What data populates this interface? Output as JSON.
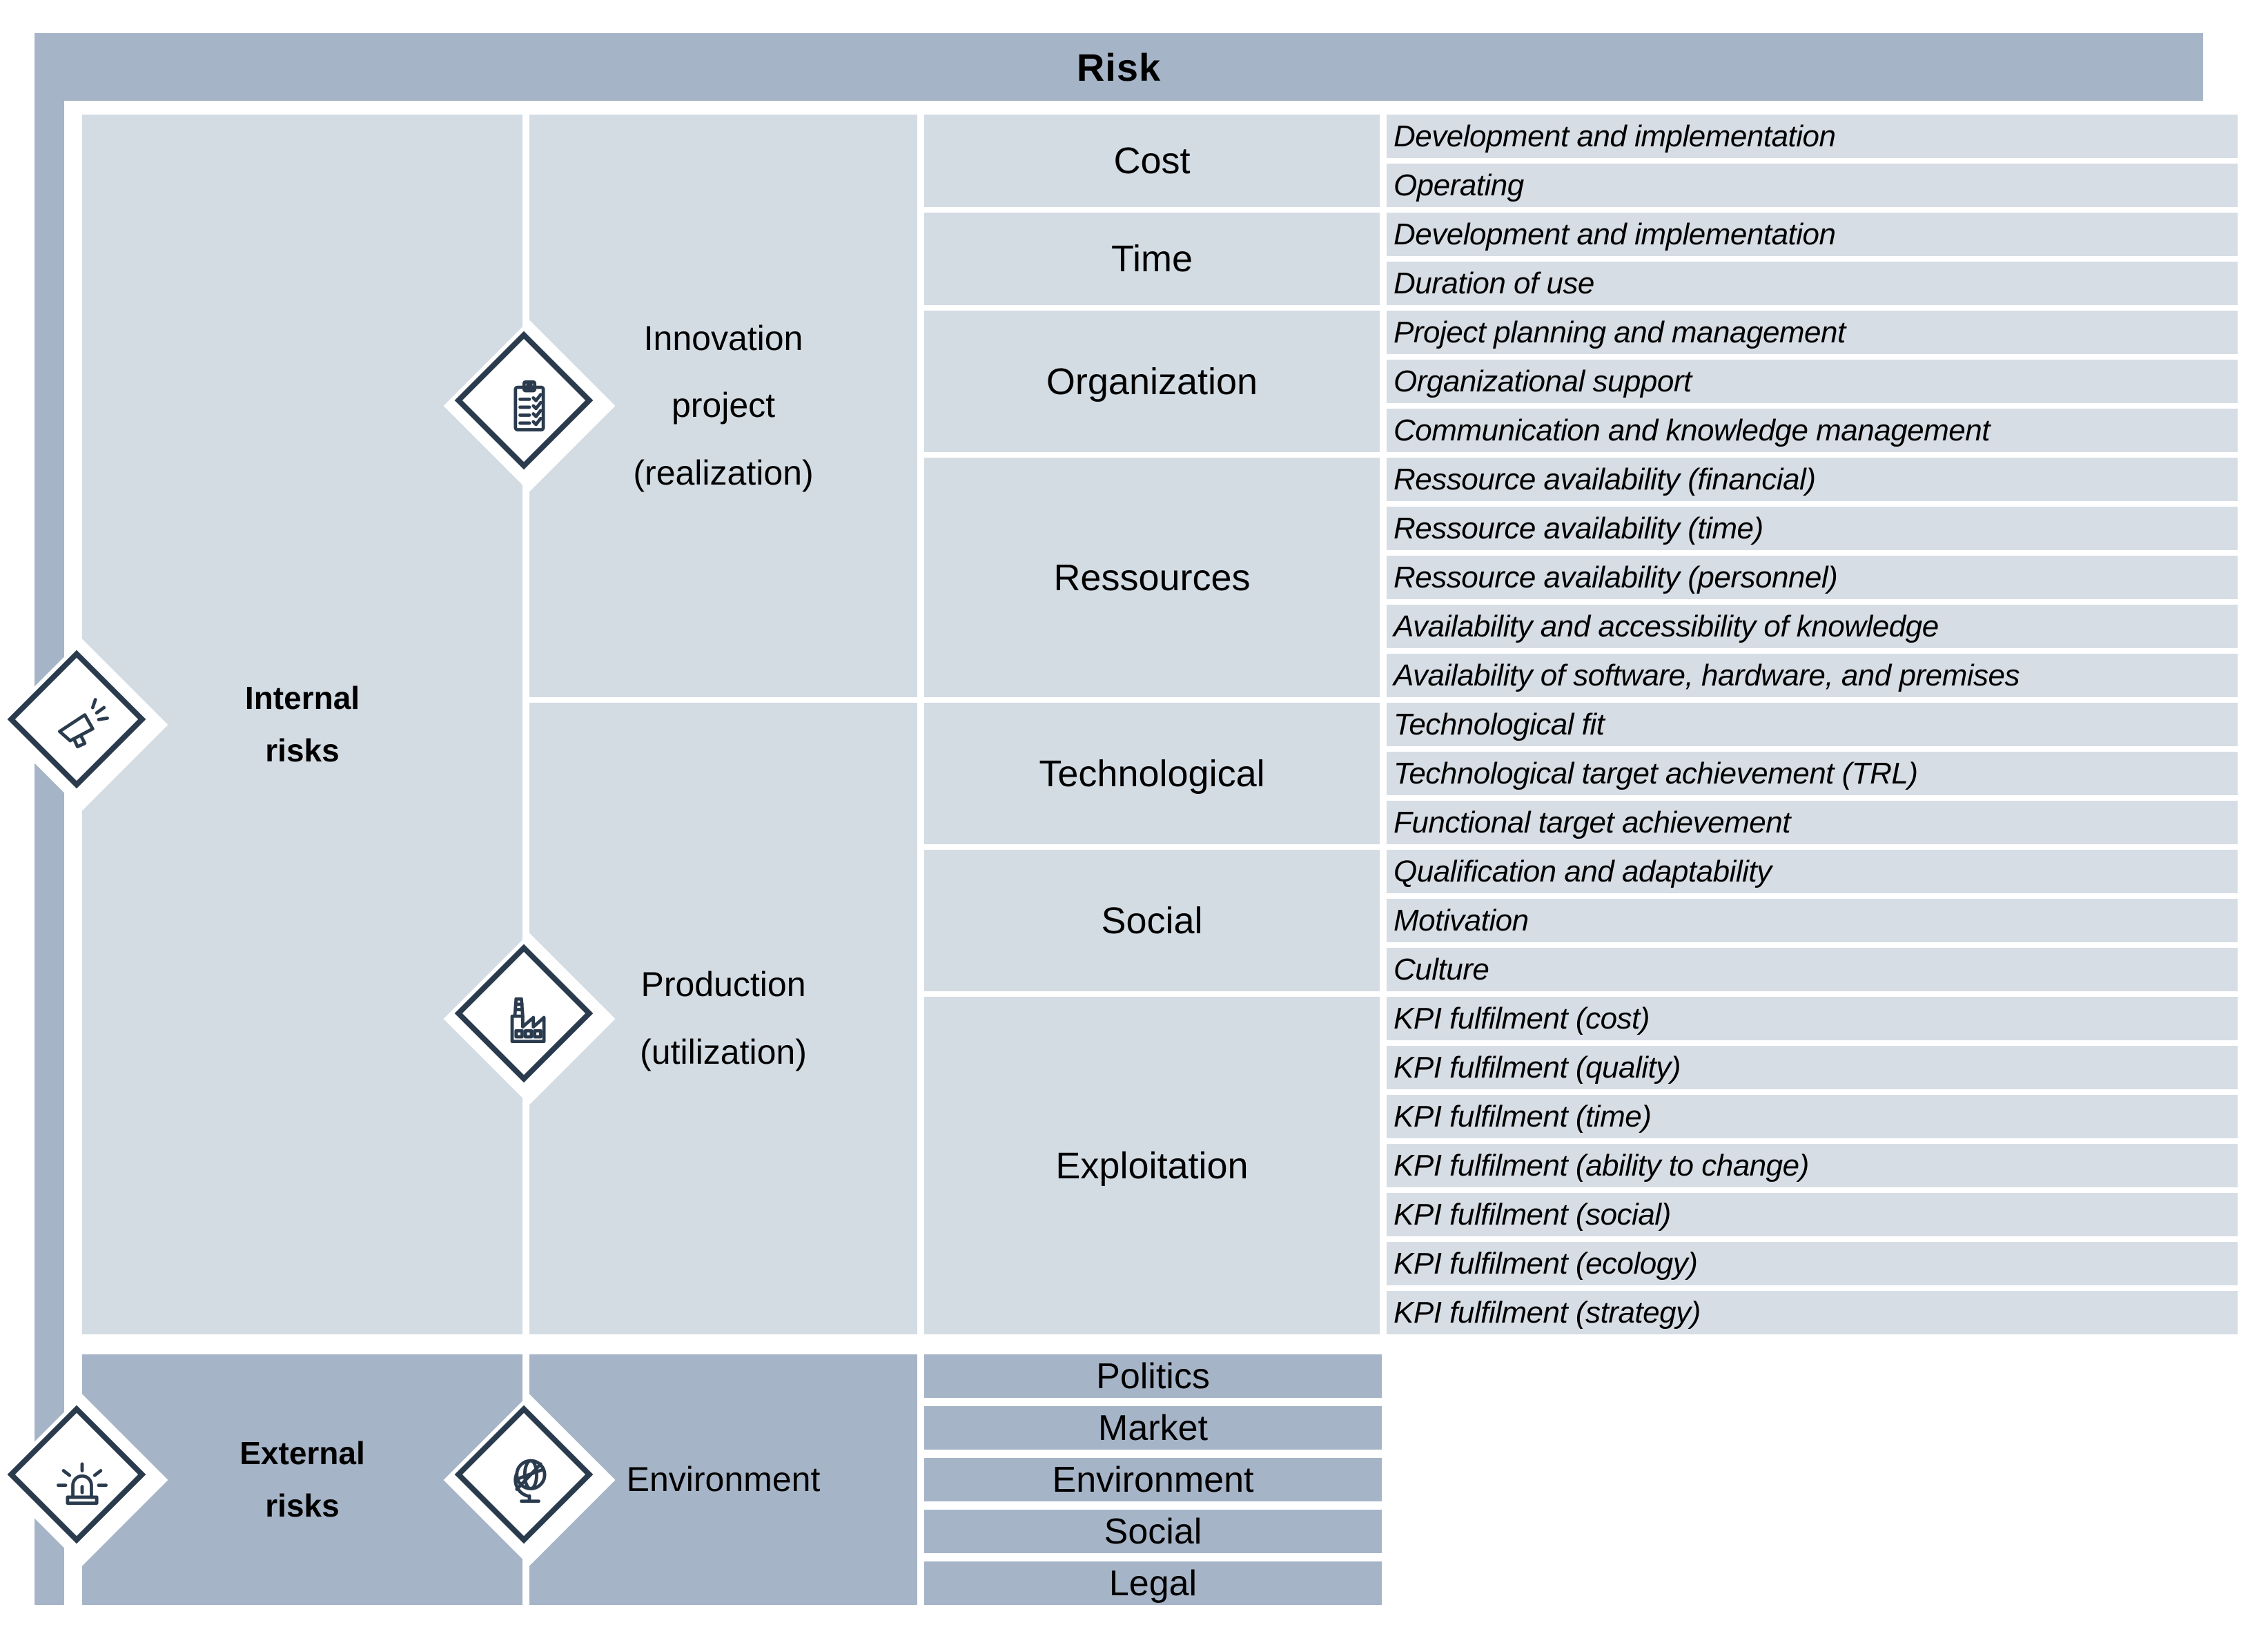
{
  "title": "Risk",
  "colors": {
    "band_blue": "#a6b4c7",
    "panel_light": "#d3dbe3",
    "leaf_light": "#d7dde5",
    "outline_navy": "#2b3b4e",
    "text": "#000000",
    "background": "#ffffff"
  },
  "internal": {
    "label_lines": [
      "Internal",
      "risks"
    ],
    "icon": "megaphone-icon",
    "subsections": [
      {
        "label_lines": [
          "Innovation",
          "project",
          "(realization)"
        ],
        "icon": "clipboard-checklist-icon",
        "groups": [
          {
            "category": "Cost",
            "items": [
              "Development and implementation",
              "Operating"
            ]
          },
          {
            "category": "Time",
            "items": [
              "Development and implementation",
              "Duration of use"
            ]
          },
          {
            "category": "Organization",
            "items": [
              "Project planning and management",
              "Organizational support",
              "Communication and knowledge management"
            ]
          },
          {
            "category": "Ressources",
            "items": [
              "Ressource availability (financial)",
              "Ressource availability (time)",
              "Ressource availability (personnel)",
              "Availability and accessibility of knowledge",
              "Availability of software, hardware, and premises"
            ]
          }
        ]
      },
      {
        "label_lines": [
          "Production",
          "(utilization)"
        ],
        "icon": "factory-icon",
        "groups": [
          {
            "category": "Technological",
            "items": [
              "Technological fit",
              "Technological target achievement (TRL)",
              "Functional target achievement"
            ]
          },
          {
            "category": "Social",
            "items": [
              "Qualification and adaptability",
              "Motivation",
              "Culture"
            ]
          },
          {
            "category": "Exploitation",
            "items": [
              "KPI fulfilment (cost)",
              "KPI fulfilment (quality)",
              "KPI fulfilment (time)",
              "KPI fulfilment (ability to change)",
              "KPI fulfilment (social)",
              "KPI fulfilment (ecology)",
              "KPI fulfilment (strategy)"
            ]
          }
        ]
      }
    ]
  },
  "external": {
    "label_lines": [
      "External",
      "risks"
    ],
    "icon": "siren-icon",
    "subsections": [
      {
        "label_lines": [
          "Environment"
        ],
        "icon": "globe-icon",
        "items": [
          "Politics",
          "Market",
          "Environment",
          "Social",
          "Legal"
        ]
      }
    ]
  }
}
